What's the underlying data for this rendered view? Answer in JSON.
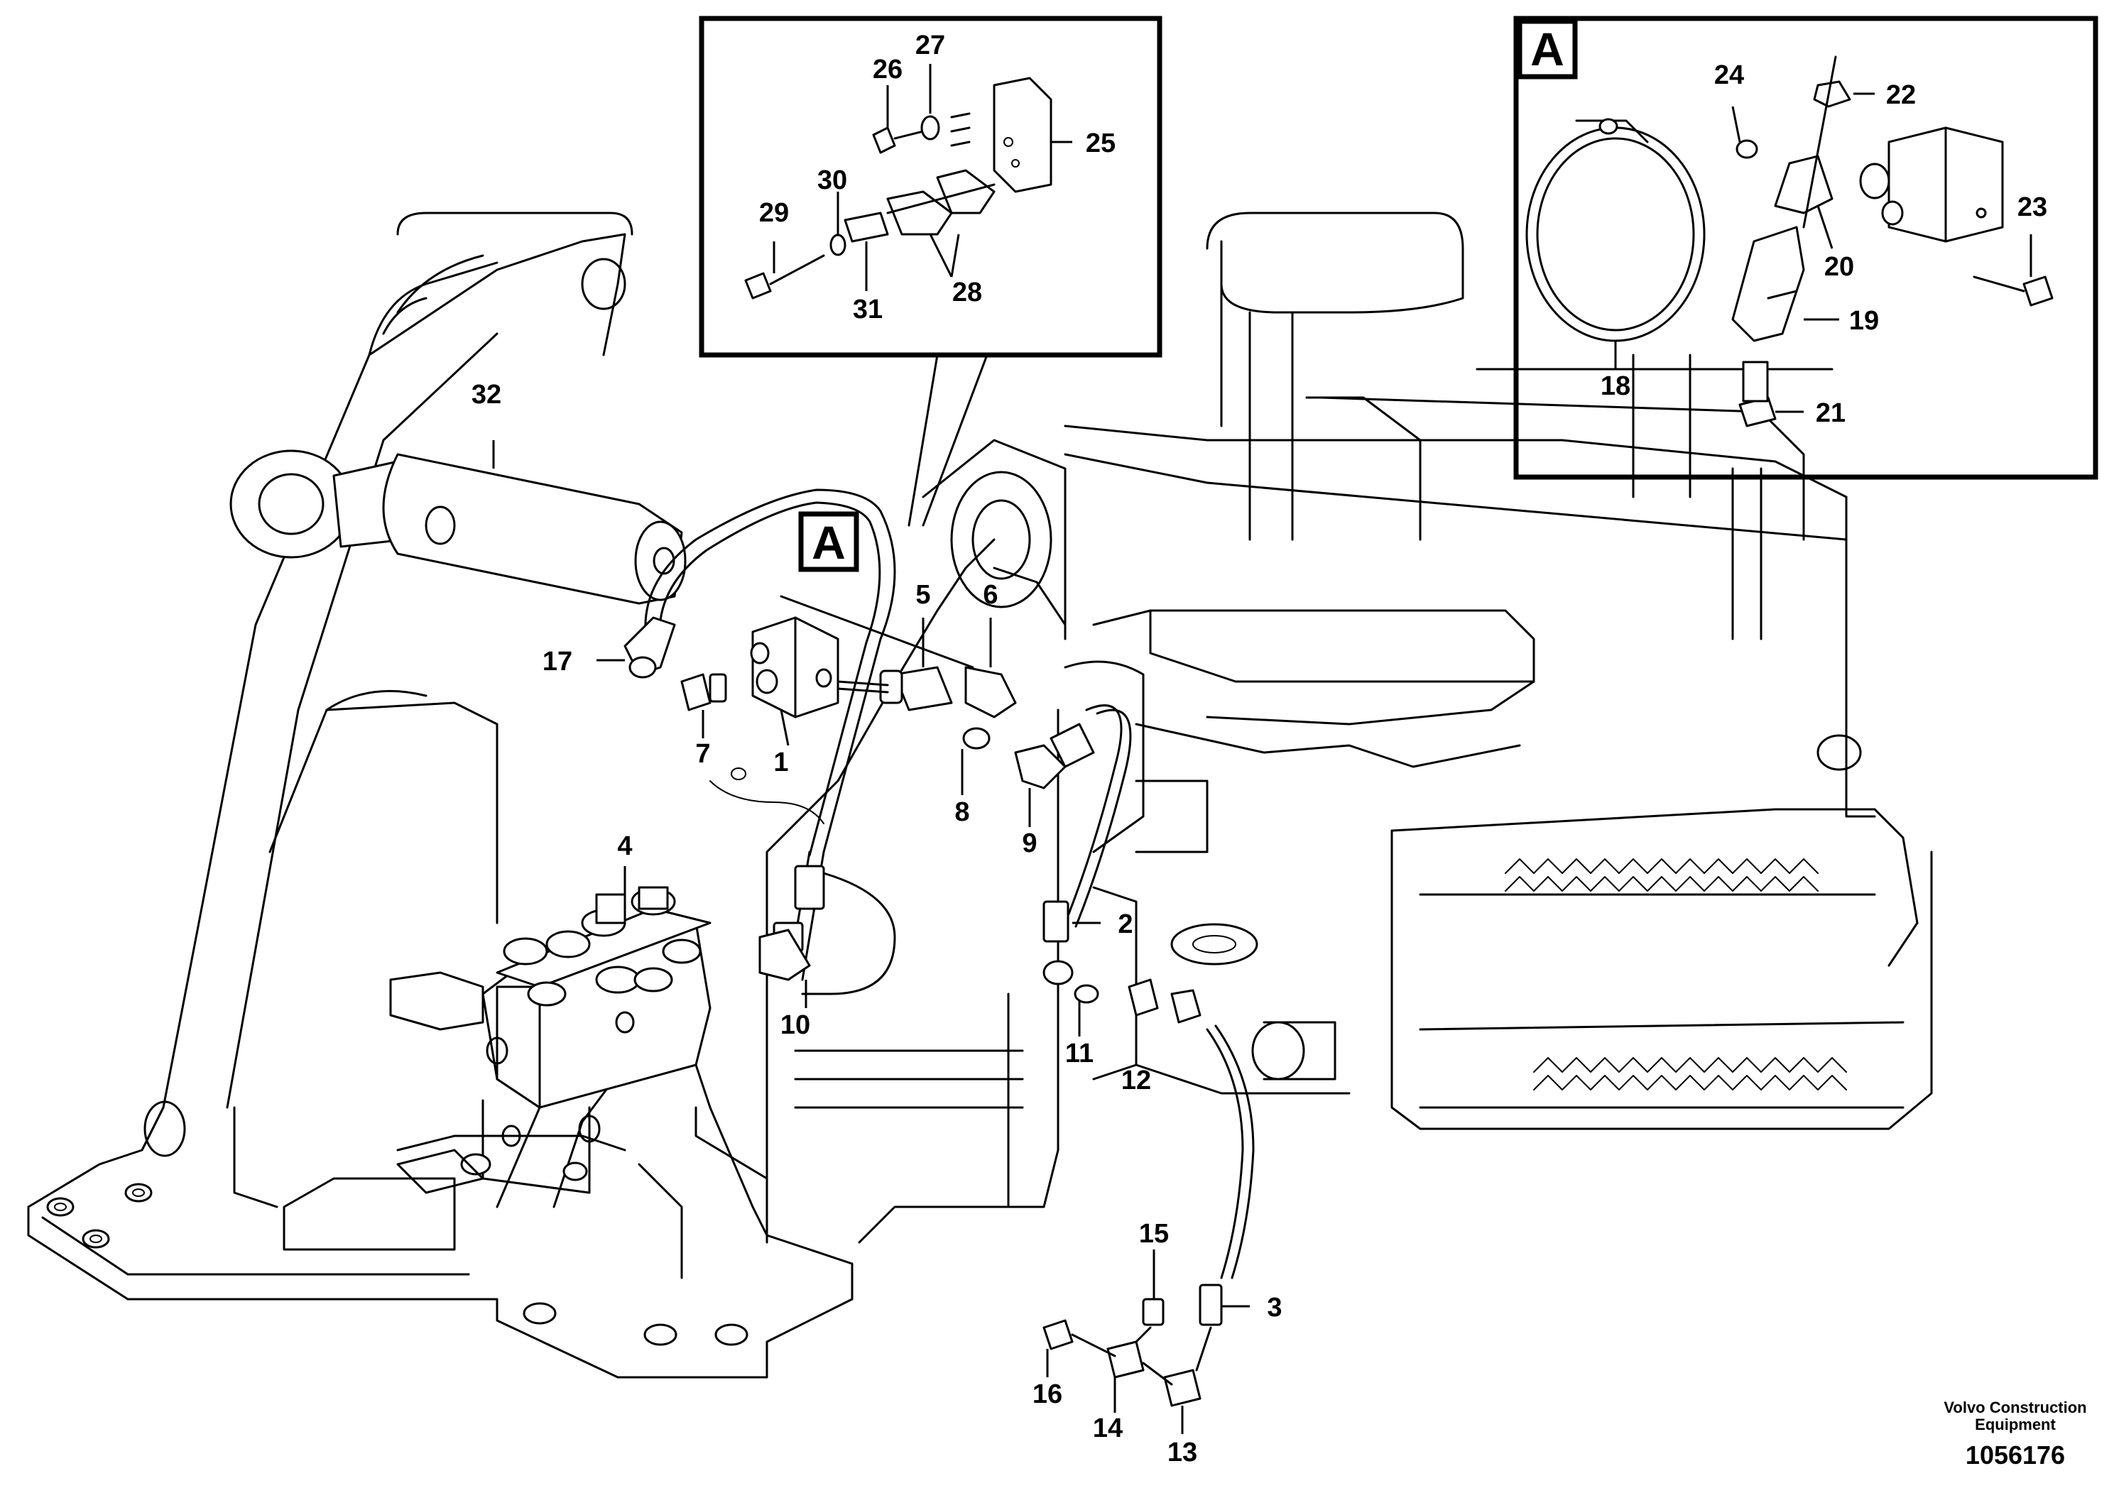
{
  "view_marker": {
    "letter": "A"
  },
  "inset_a": {
    "letter": "A"
  },
  "callouts": {
    "p1": "1",
    "p2": "2",
    "p3": "3",
    "p4": "4",
    "p5": "5",
    "p6": "6",
    "p7": "7",
    "p8": "8",
    "p9": "9",
    "p10": "10",
    "p11": "11",
    "p12": "12",
    "p13": "13",
    "p14": "14",
    "p15": "15",
    "p16": "16",
    "p17": "17",
    "p18": "18",
    "p19": "19",
    "p20": "20",
    "p21": "21",
    "p22": "22",
    "p23": "23",
    "p24": "24",
    "p25": "25",
    "p26": "26",
    "p27": "27",
    "p28": "28",
    "p29": "29",
    "p30": "30",
    "p31": "31",
    "p32": "32"
  },
  "footer": {
    "brand_line1": "Volvo Construction",
    "brand_line2": "Equipment",
    "document_number": "1056176"
  }
}
